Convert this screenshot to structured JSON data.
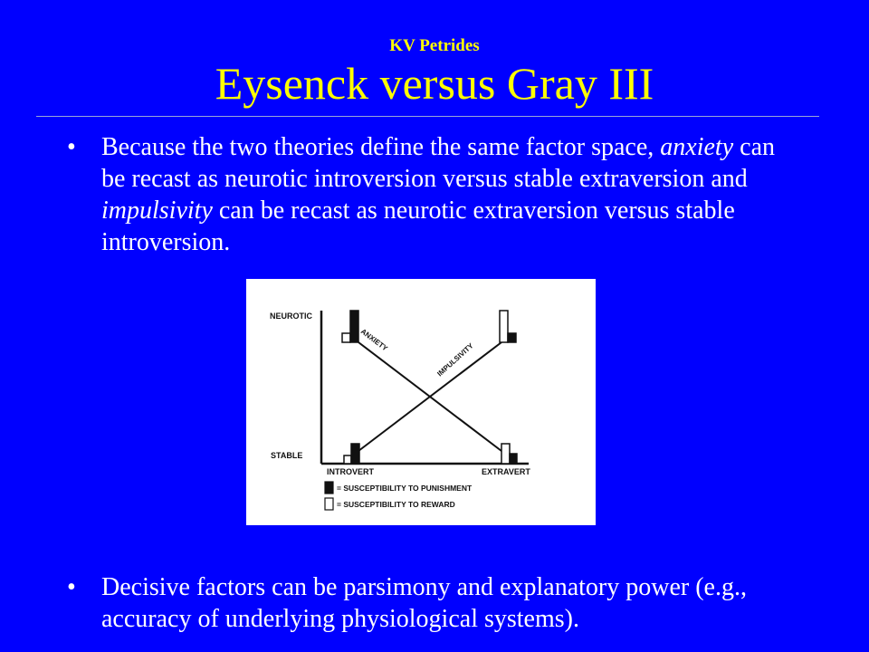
{
  "header": {
    "author": "KV Petrides",
    "title": "Eysenck versus Gray III"
  },
  "bullets": [
    {
      "symbol": "•",
      "parts": [
        "Because the two theories define the same factor space, ",
        "anxiety",
        " can be recast as neurotic introversion versus stable extraversion and ",
        "impulsivity",
        " can be recast as neurotic extraversion versus stable introversion."
      ]
    },
    {
      "symbol": "•",
      "text": "Decisive factors can be parsimony and explanatory power (e.g., accuracy of underlying physiological systems)."
    }
  ],
  "figure": {
    "y_labels": {
      "top": "NEUROTIC",
      "bottom": "STABLE"
    },
    "x_labels": {
      "left": "INTROVERT",
      "right": "EXTRAVERT"
    },
    "lines": {
      "anxiety": "ANXIETY",
      "impulsivity": "IMPULSIVITY"
    },
    "legend": {
      "punishment": "= SUSCEPTIBILITY TO PUNISHMENT",
      "reward": "= SUSCEPTIBILITY TO REWARD"
    }
  },
  "colors": {
    "background": "#0000ff",
    "title": "#ffff00",
    "body_text": "#ffffff"
  }
}
